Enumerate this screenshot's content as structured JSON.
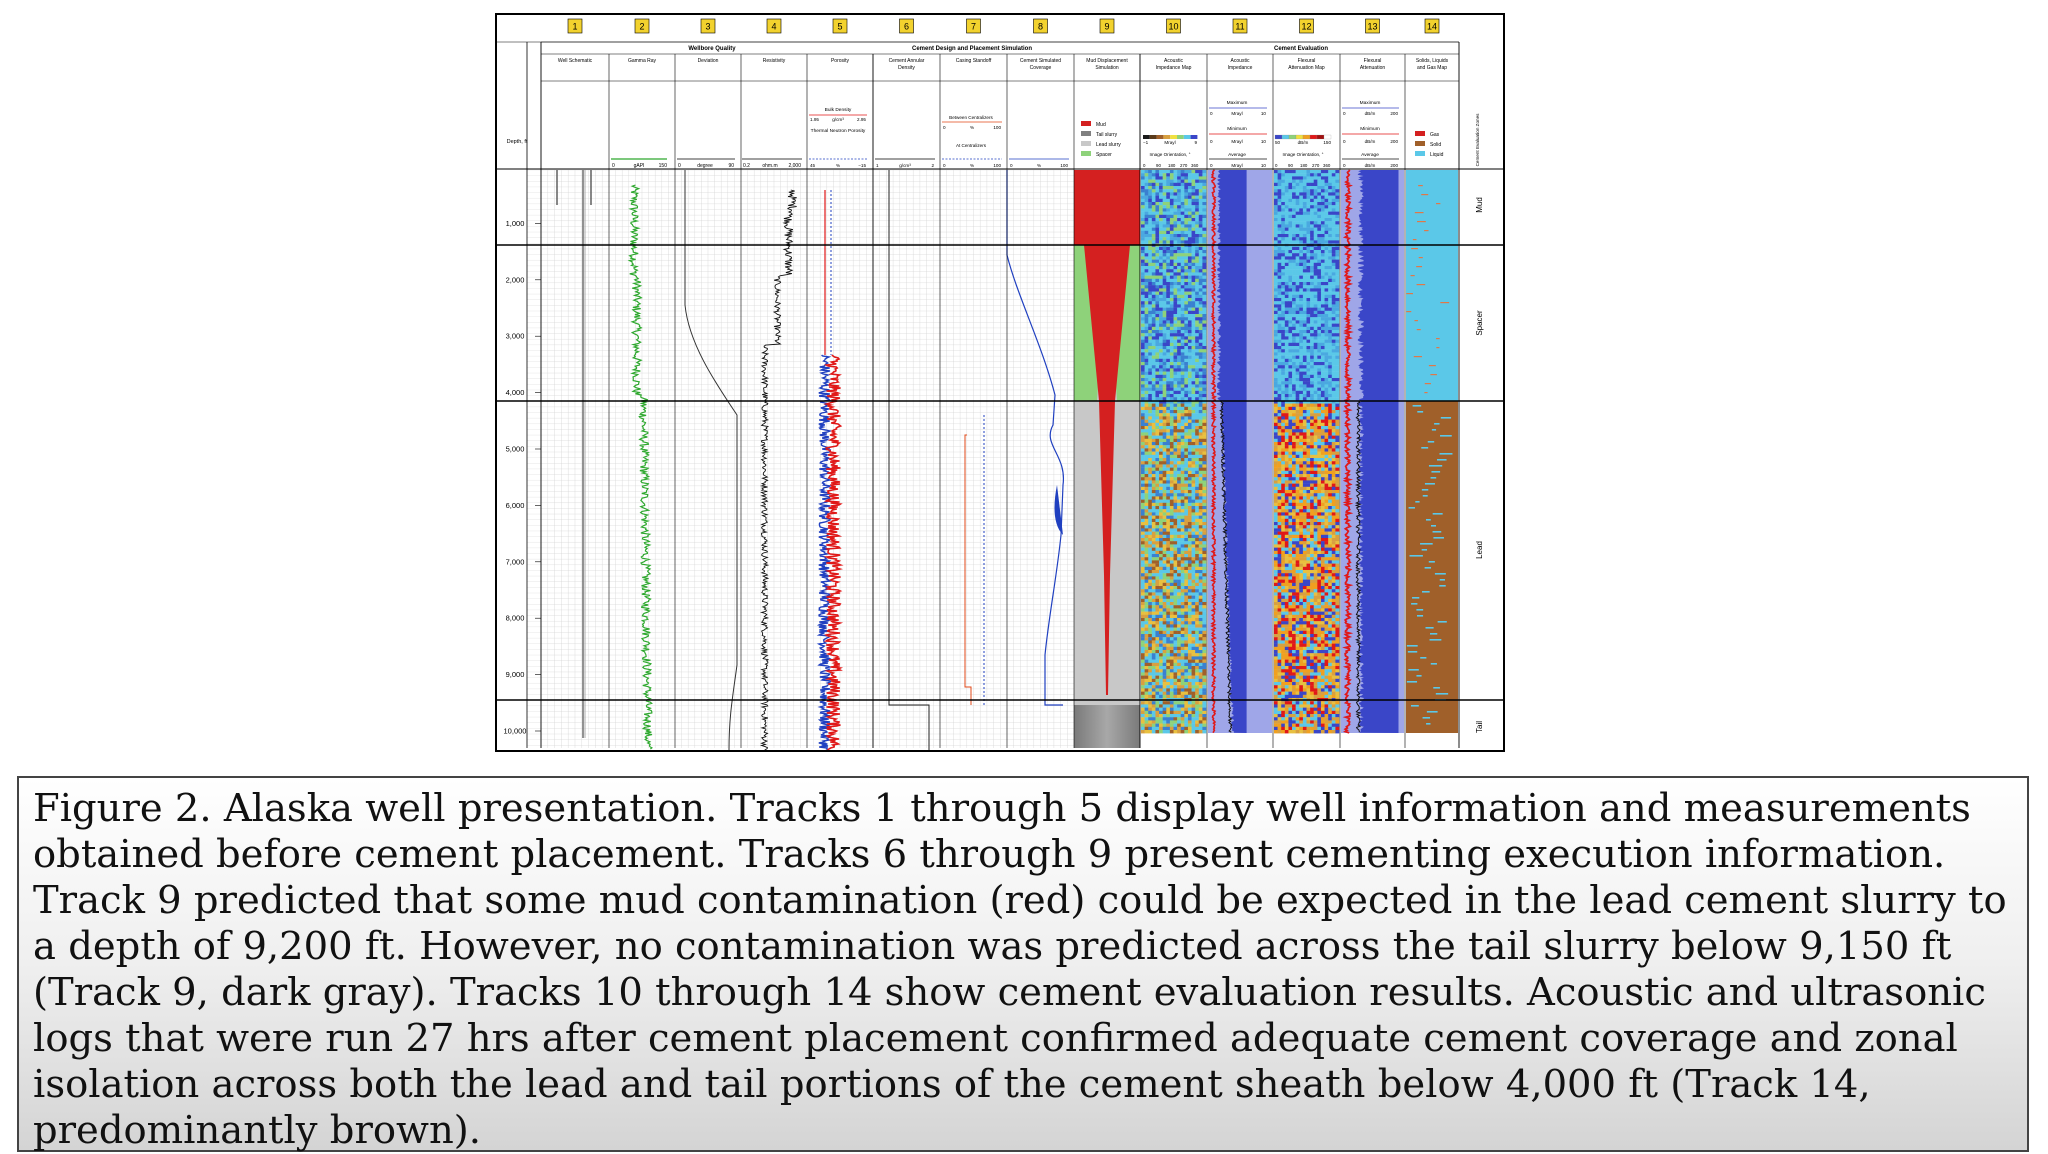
{
  "figure": {
    "track_numbers": [
      "1",
      "2",
      "3",
      "4",
      "5",
      "6",
      "7",
      "8",
      "9",
      "10",
      "11",
      "12",
      "13",
      "14"
    ],
    "group_titles": [
      "Wellbore Quality",
      "Cement Design and Placement Simulation",
      "Cement Evaluation"
    ],
    "track_titles": [
      "Well Schematic",
      "Gamma Ray",
      "Deviation",
      "Resistivity",
      "Porosity",
      "Cement Annular Density",
      "Casing Standoff",
      "Cement Simulated Coverage",
      "Mud Displacement Simulation",
      "Acoustic Impedance Map",
      "Acoustic Impedance",
      "Flexural Attenuation Map",
      "Flexural Attenuation",
      "Solids, Liquids and Gas Map"
    ],
    "depth_header": "Depth, ft",
    "zone_header": "Cement Evaluation Zones",
    "scales": {
      "gamma": [
        "0",
        "gAPI",
        "150"
      ],
      "deviation": [
        "0",
        "degree",
        "90"
      ],
      "resistivity": [
        "0.2",
        "ohm.m",
        "2,000"
      ],
      "bulk_density_title": "Bulk Density",
      "bulk_density": [
        "1.95",
        "g/cm³",
        "2.95"
      ],
      "neutron_title": "Thermal Neutron Porosity",
      "neutron": [
        "45",
        "%",
        "−15"
      ],
      "annular_density": [
        "1",
        "g/cm³",
        "2"
      ],
      "standoff_between_title": "Between Centralizers",
      "standoff_between": [
        "0",
        "%",
        "100"
      ],
      "standoff_at_title": "At Centralizers",
      "standoff_at": [
        "0",
        "%",
        "100"
      ],
      "coverage": [
        "0",
        "%",
        "100"
      ],
      "ai_map_range": [
        "−1",
        "Mrayl",
        "9"
      ],
      "image_orientation_title": "Image Orientation, °",
      "image_orientation": [
        "0",
        "90",
        "180",
        "270",
        "360"
      ],
      "ai_maximum_title": "Maximum",
      "ai_maximum": [
        "0",
        "Mrayl",
        "10"
      ],
      "ai_minimum_title": "Minimum",
      "ai_minimum": [
        "0",
        "Mrayl",
        "10"
      ],
      "ai_average_title": "Average",
      "ai_average": [
        "0",
        "Mrayl",
        "10"
      ],
      "fa_map_range": [
        "50",
        "dB/m",
        "150"
      ],
      "fa_maximum_title": "Maximum",
      "fa_maximum": [
        "0",
        "dB/m",
        "200"
      ],
      "fa_minimum_title": "Minimum",
      "fa_minimum": [
        "0",
        "dB/m",
        "200"
      ],
      "fa_average_title": "Average",
      "fa_average": [
        "0",
        "dB/m",
        "200"
      ]
    },
    "legend_track9": [
      {
        "label": "Mud",
        "color": "#d42020"
      },
      {
        "label": "Tail slurry",
        "color": "#808080"
      },
      {
        "label": "Lead slurry",
        "color": "#c8c8c8"
      },
      {
        "label": "Spacer",
        "color": "#8ed27a"
      }
    ],
    "legend_track14": [
      {
        "label": "Gas",
        "color": "#d42020"
      },
      {
        "label": "Solid",
        "color": "#a0602a"
      },
      {
        "label": "Liquid",
        "color": "#5bc8e8"
      }
    ],
    "depth_labels": [
      "1,000",
      "2,000",
      "3,000",
      "4,000",
      "5,000",
      "6,000",
      "7,000",
      "8,000",
      "9,000",
      "10,000"
    ],
    "zones": [
      "Mud",
      "Spacer",
      "Lead",
      "Tail"
    ],
    "colors": {
      "gamma": "#2ea82e",
      "curve": "#111111",
      "density": "#e01818",
      "neutron": "#2040c0",
      "mud": "#d42020",
      "spacer": "#8ed27a",
      "lead": "#c8c8c8",
      "tail": "#808080",
      "liquid": "#5bc8e8",
      "solid": "#a0602a",
      "gas": "#d42020",
      "header_number": "#f2d22e",
      "ai_blue": "#3a46c8",
      "ai_lavender": "#9fa6e8"
    }
  },
  "caption": {
    "text": "Figure 2. Alaska well presentation. Tracks 1 through 5 display well information and measurements obtained before cement placement. Tracks 6 through 9 present cementing execution information. Track 9 predicted that some mud contamination (red) could be expected in the lead cement slurry to a depth of 9,200 ft. However, no contamination was predicted across the tail slurry below 9,150 ft (Track 9, dark gray). Tracks 10 through 14 show cement evaluation results. Acoustic and ultrasonic logs that were run 27 hrs after cement placement confirmed adequate cement coverage and zonal isolation across both the lead and tail portions of the cement sheath below 4,000 ft (Track 14, predominantly brown)."
  }
}
